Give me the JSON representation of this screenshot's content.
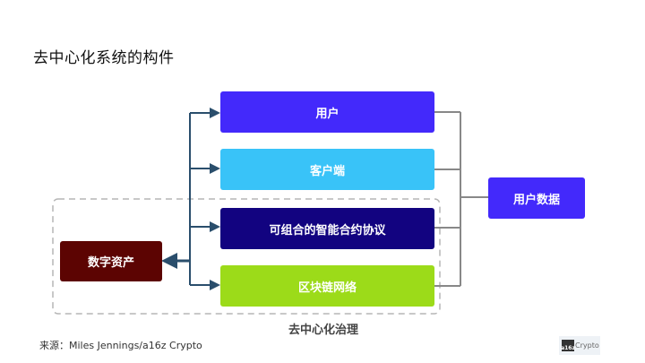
{
  "title": "去中心化系统的构件",
  "boxes": {
    "users": {
      "label": "用户",
      "color": "#4329fb"
    },
    "client": {
      "label": "客户端",
      "color": "#39c3f8"
    },
    "protocols": {
      "label": "可组合的智能合约协议",
      "color": "#120380"
    },
    "network": {
      "label": "区块链网络",
      "color": "#9cdb19"
    },
    "digital_assets": {
      "label": "数字资产",
      "color": "#5c0402"
    },
    "user_data": {
      "label": "用户数据",
      "color": "#4329fb"
    }
  },
  "governance_label": "去中心化治理",
  "source": "来源：Miles Jennings/a16z Crypto",
  "logo": {
    "mark": "a16z",
    "text": "Crypto"
  },
  "colors": {
    "arrow": "#2a4e6c",
    "connector": "#888888",
    "dashed": "#b5b5b5"
  }
}
